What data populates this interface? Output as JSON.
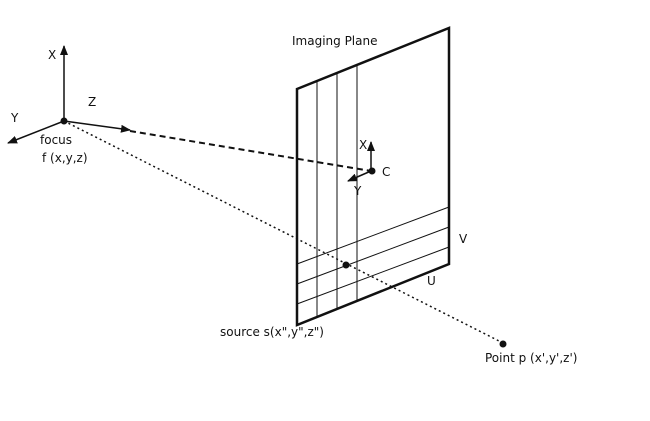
{
  "labels": {
    "imaging_plane": "Imaging Plane",
    "axis_x_focus": "X",
    "axis_y_focus": "Y",
    "axis_z_focus": "Z",
    "focus": "focus",
    "focus_coords": "f (x,y,z)",
    "axis_x_plane": "X",
    "axis_y_plane": "Y",
    "center": "C",
    "axis_v": "V",
    "axis_u": "U",
    "source": "source s(x\",y\",z\")",
    "point": "Point p (x',y',z')"
  },
  "colors": {
    "line": "#111111",
    "background": "#ffffff"
  }
}
